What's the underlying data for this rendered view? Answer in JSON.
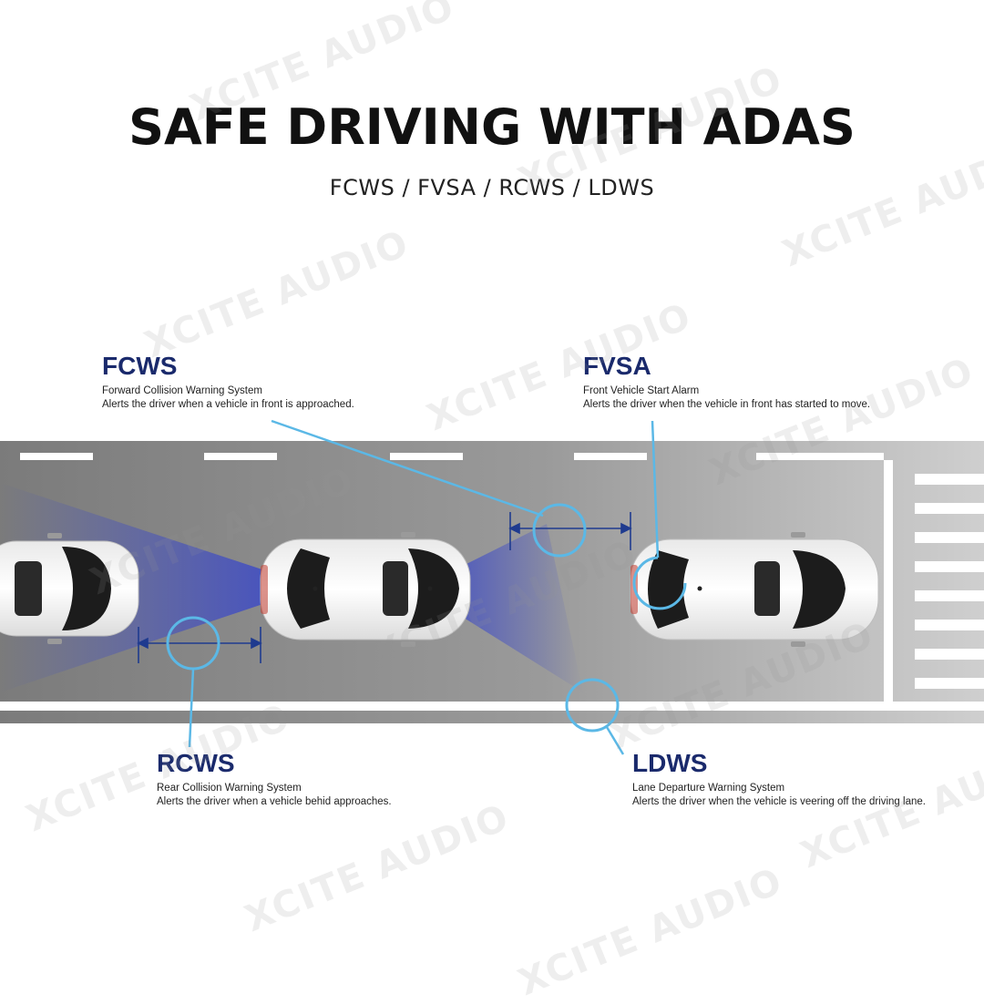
{
  "header": {
    "title": "SAFE DRIVING WITH ADAS",
    "subtitle": "FCWS / FVSA / RCWS / LDWS"
  },
  "features": {
    "fcws": {
      "abbr": "FCWS",
      "name": "Forward Collision Warning System",
      "desc": "Alerts the driver when a vehicle in front is approached."
    },
    "fvsa": {
      "abbr": "FVSA",
      "name": "Front Vehicle Start Alarm",
      "desc": "Alerts the driver when the vehicle in front has started to move."
    },
    "rcws": {
      "abbr": "RCWS",
      "name": "Rear Collision Warning System",
      "desc": "Alerts the driver when a vehicle behid approaches."
    },
    "ldws": {
      "abbr": "LDWS",
      "name": "Lane Departure Warning System",
      "desc": "Alerts the driver when the vehicle is veering off the driving lane."
    }
  },
  "watermark": {
    "text": "XCITE AUDIO"
  },
  "colors": {
    "accent_navy": "#1a2a6c",
    "callout_blue": "#5bb8e6",
    "sensor_blue": "#3a4fc8",
    "road_gray": "#8d8d8d",
    "lane_marking": "#ffffff"
  }
}
